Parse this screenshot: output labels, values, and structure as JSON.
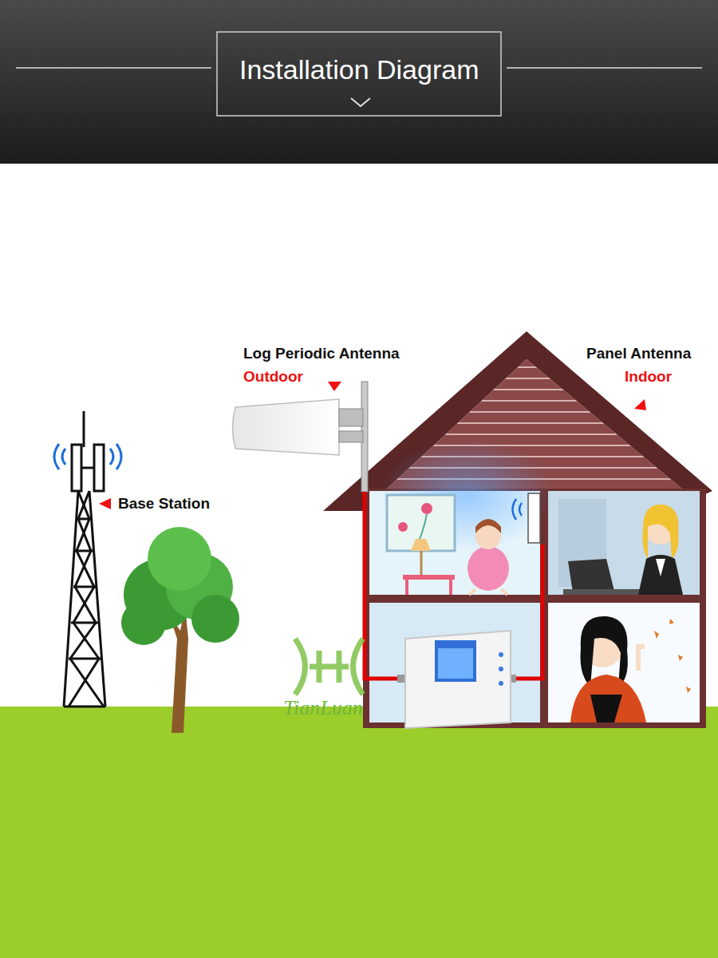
{
  "diagram": {
    "title": "Installation Diagram",
    "labels": [
      "Log Periodic Antenna",
      "Outdoor",
      "Panel Antenna",
      "Indoor",
      "Base Station",
      "TianLuan"
    ]
  }
}
